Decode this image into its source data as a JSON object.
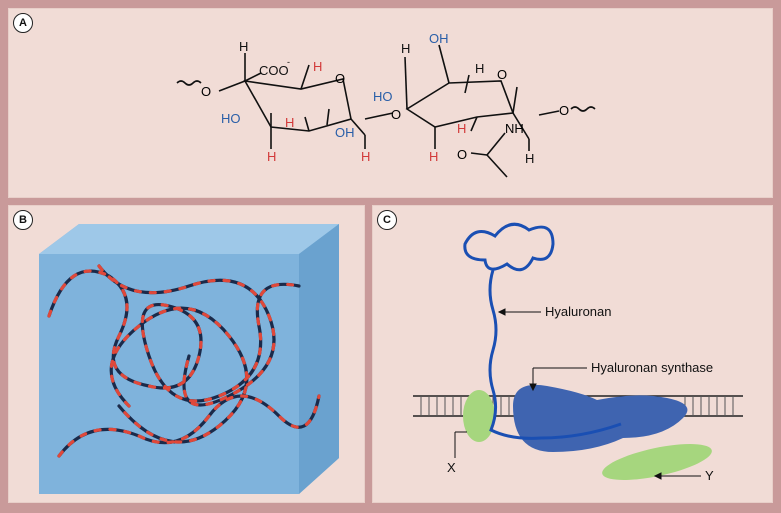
{
  "panels": {
    "a": {
      "badge": "A",
      "chem_labels": {
        "coo": "COO",
        "charge": "-",
        "h_top_left": "H",
        "h_red_1": "H",
        "h_red_2": "H",
        "h_red_3": "H",
        "h_red_4": "H",
        "h_red_5": "H",
        "h_red_6": "H",
        "h_black_1": "H",
        "h_black_2": "H",
        "h_black_3": "H",
        "o_ring_1": "O",
        "o_ring_2": "O",
        "o_left": "O",
        "o_bridge": "O",
        "o_right": "O",
        "ho_1": "HO",
        "oh_1": "OH",
        "ho_2": "HO",
        "oh_top": "OH",
        "nh": "NH",
        "o_carbonyl": "O"
      },
      "colors": {
        "hydroxyl": "#2a5fa8",
        "hydrogen": "#d23a3a",
        "bond": "#111111"
      }
    },
    "b": {
      "badge": "B",
      "colors": {
        "cube": "#7fb3dc",
        "chain_dark": "#1b2a4a",
        "chain_red": "#e0483a"
      }
    },
    "c": {
      "badge": "C",
      "labels": {
        "hyaluronan": "Hyaluronan",
        "synthase": "Hyaluronan synthase",
        "x": "X",
        "y": "Y"
      },
      "colors": {
        "hyaluronan": "#1a4fb3",
        "synthase": "#3f64b0",
        "protein_green": "#a6d67e"
      }
    }
  }
}
